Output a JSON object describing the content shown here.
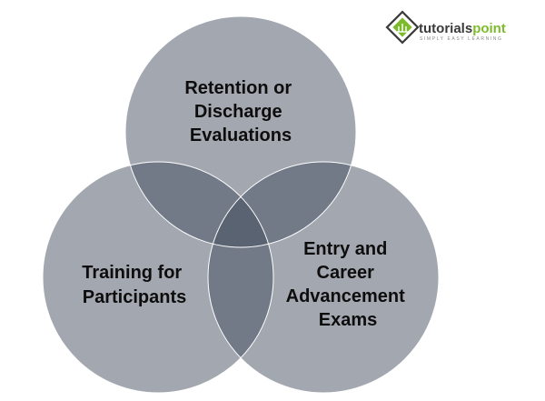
{
  "logo": {
    "name_part1": "tutorials",
    "name_part2": "point",
    "tagline": "SIMPLY EASY LEARNING"
  },
  "colors": {
    "circle_fill": "#a3a7b0",
    "pair_overlap": "#727a88",
    "triple_overlap": "#5a6372",
    "stroke": "#ffffff",
    "logo_green": "#7dbb2c"
  },
  "circles": [
    {
      "id": "top",
      "lines": [
        "Retention or",
        "Discharge",
        "Evaluations"
      ]
    },
    {
      "id": "left",
      "lines": [
        "Training for",
        "Participants"
      ]
    },
    {
      "id": "right",
      "lines": [
        "Entry and",
        "Career",
        "Advancement",
        "Exams"
      ]
    }
  ]
}
